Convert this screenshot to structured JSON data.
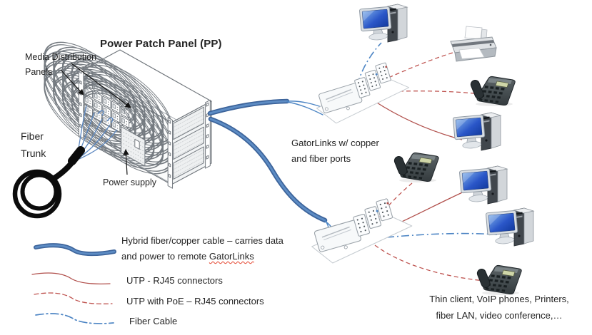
{
  "diagram": {
    "type": "network-topology",
    "title": "Power Patch Panel (PP)",
    "labels": {
      "media_distribution_line1": "Media Distribution",
      "media_distribution_line2": "Panels",
      "fiber_trunk_line1": "Fiber",
      "fiber_trunk_line2": "Trunk",
      "power_supply": "Power supply",
      "gatorlinks_line1": "GatorLinks w/ copper",
      "gatorlinks_line2": "and fiber ports",
      "endpoints_line1": "Thin client, VoIP phones, Printers,",
      "endpoints_line2": "fiber LAN, video conference,…"
    },
    "legend": {
      "hybrid": {
        "line1": "Hybrid fiber/copper cable – carries data",
        "line2_prefix": "and power to remote ",
        "line2_word": "GatorLinks"
      },
      "utp": "UTP - RJ45 connectors",
      "utp_poe": "UTP with PoE – RJ45 connectors",
      "fiber": "Fiber Cable"
    },
    "colors": {
      "hybrid_cable": "#4a79b4",
      "hybrid_cable_dark": "#3c639a",
      "utp_line": "#b1504c",
      "utp_poe_line": "#bf5450",
      "fiber_line": "#4d85c4",
      "text": "#232323",
      "spellcheck_underline": "#e4442e"
    },
    "icons": {
      "chassis": "power-patch-panel-chassis",
      "fiber_trunk": "fiber-trunk-coil",
      "gatorlink_units": 2,
      "workstations": 4,
      "printers": 1,
      "voip_phones": 3
    },
    "connections": [
      {
        "from": "power-patch-panel",
        "to": "gatorlink-1",
        "type": "hybrid-fiber-copper"
      },
      {
        "from": "power-patch-panel",
        "to": "gatorlink-2",
        "type": "hybrid-fiber-copper"
      },
      {
        "from": "gatorlink-1",
        "to": "workstation-1",
        "type": "fiber"
      },
      {
        "from": "gatorlink-1",
        "to": "printer-1",
        "type": "utp-poe"
      },
      {
        "from": "gatorlink-1",
        "to": "phone-1",
        "type": "utp-poe"
      },
      {
        "from": "gatorlink-1",
        "to": "workstation-2",
        "type": "utp"
      },
      {
        "from": "gatorlink-2",
        "to": "phone-2",
        "type": "utp-poe"
      },
      {
        "from": "gatorlink-2",
        "to": "workstation-3",
        "type": "utp"
      },
      {
        "from": "gatorlink-2",
        "to": "workstation-4",
        "type": "fiber"
      },
      {
        "from": "gatorlink-2",
        "to": "phone-3",
        "type": "utp-poe"
      }
    ]
  }
}
